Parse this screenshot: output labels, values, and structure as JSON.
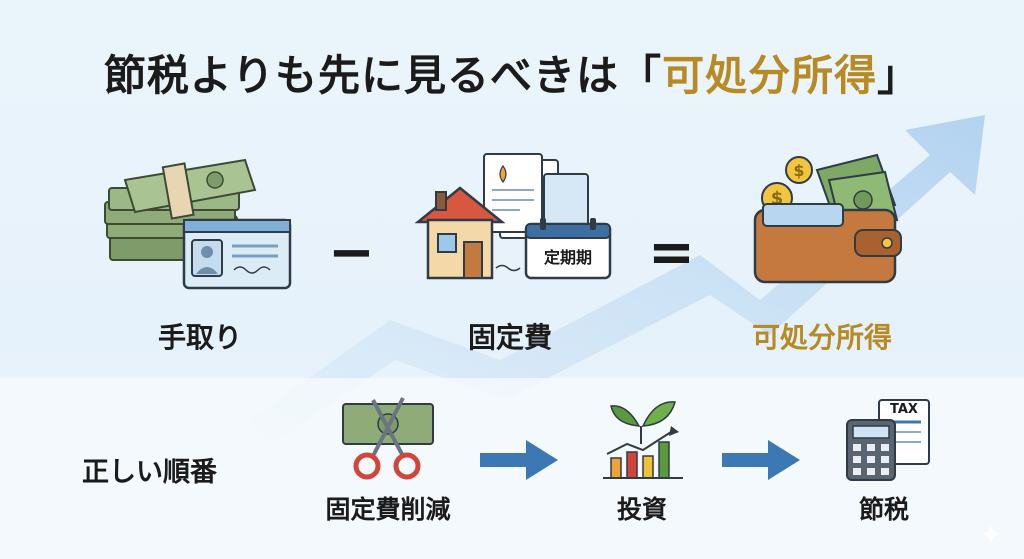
{
  "title": {
    "main": "節税よりも先に見るべきは「",
    "highlight": "可処分所得",
    "end": "」"
  },
  "equation": {
    "take_home": "手取り",
    "minus": "−",
    "fixed_costs": "固定費",
    "fixed_costs_card": "定期期",
    "equals": "=",
    "disposable_income": "可処分所得"
  },
  "order": {
    "label": "正しい順番",
    "steps": [
      "固定費削減",
      "投資",
      "節税"
    ],
    "tax_doc_label": "TAX"
  },
  "colors": {
    "accent_gold": "#b88a24",
    "arrow_blue": "#3c78b4",
    "background": "#eaf4fb"
  },
  "icons": [
    "money-stack-icon",
    "id-card-icon",
    "house-icon",
    "bill-documents-icon",
    "calendar-icon",
    "wallet-icon",
    "coin-icon",
    "scissors-cut-money-icon",
    "growth-chart-icon",
    "calculator-tax-icon"
  ]
}
